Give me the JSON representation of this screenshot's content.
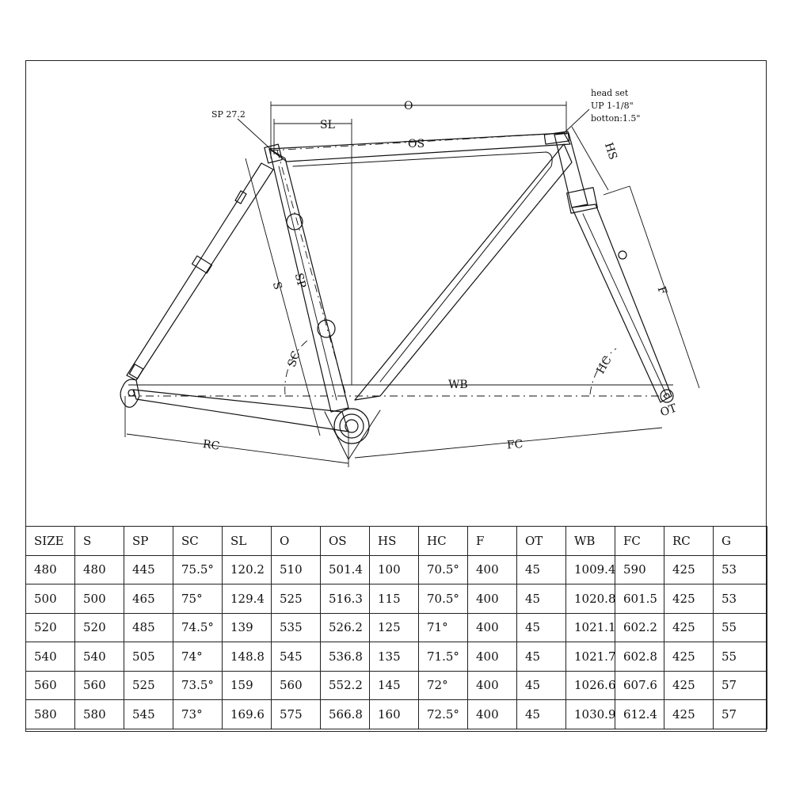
{
  "labels": {
    "O": "O",
    "SL": "SL",
    "OS": "OS",
    "HS": "HS",
    "S": "S",
    "SP": "SP",
    "SC": "SC",
    "WB": "WB",
    "HC": "HC",
    "F": "F",
    "OT": "OT",
    "RC": "RC",
    "FC": "FC",
    "seatpost": "SP 27.2",
    "headset_title": "head set",
    "headset_up": "UP 1-1/8\"",
    "headset_bottom": "botton:1.5\""
  },
  "table": {
    "headers": [
      "SIZE",
      "S",
      "SP",
      "SC",
      "SL",
      "O",
      "OS",
      "HS",
      "HC",
      "F",
      "OT",
      "WB",
      "FC",
      "RC",
      "G"
    ],
    "rows": [
      [
        "480",
        "480",
        "445",
        "75.5°",
        "120.2",
        "510",
        "501.4",
        "100",
        "70.5°",
        "400",
        "45",
        "1009.4",
        "590",
        "425",
        "53"
      ],
      [
        "500",
        "500",
        "465",
        "75°",
        "129.4",
        "525",
        "516.3",
        "115",
        "70.5°",
        "400",
        "45",
        "1020.8",
        "601.5",
        "425",
        "53"
      ],
      [
        "520",
        "520",
        "485",
        "74.5°",
        "139",
        "535",
        "526.2",
        "125",
        "71°",
        "400",
        "45",
        "1021.1",
        "602.2",
        "425",
        "55"
      ],
      [
        "540",
        "540",
        "505",
        "74°",
        "148.8",
        "545",
        "536.8",
        "135",
        "71.5°",
        "400",
        "45",
        "1021.7",
        "602.8",
        "425",
        "55"
      ],
      [
        "560",
        "560",
        "525",
        "73.5°",
        "159",
        "560",
        "552.2",
        "145",
        "72°",
        "400",
        "45",
        "1026.6",
        "607.6",
        "425",
        "57"
      ],
      [
        "580",
        "580",
        "545",
        "73°",
        "169.6",
        "575",
        "566.8",
        "160",
        "72.5°",
        "400",
        "45",
        "1030.9",
        "612.4",
        "425",
        "57"
      ]
    ]
  }
}
